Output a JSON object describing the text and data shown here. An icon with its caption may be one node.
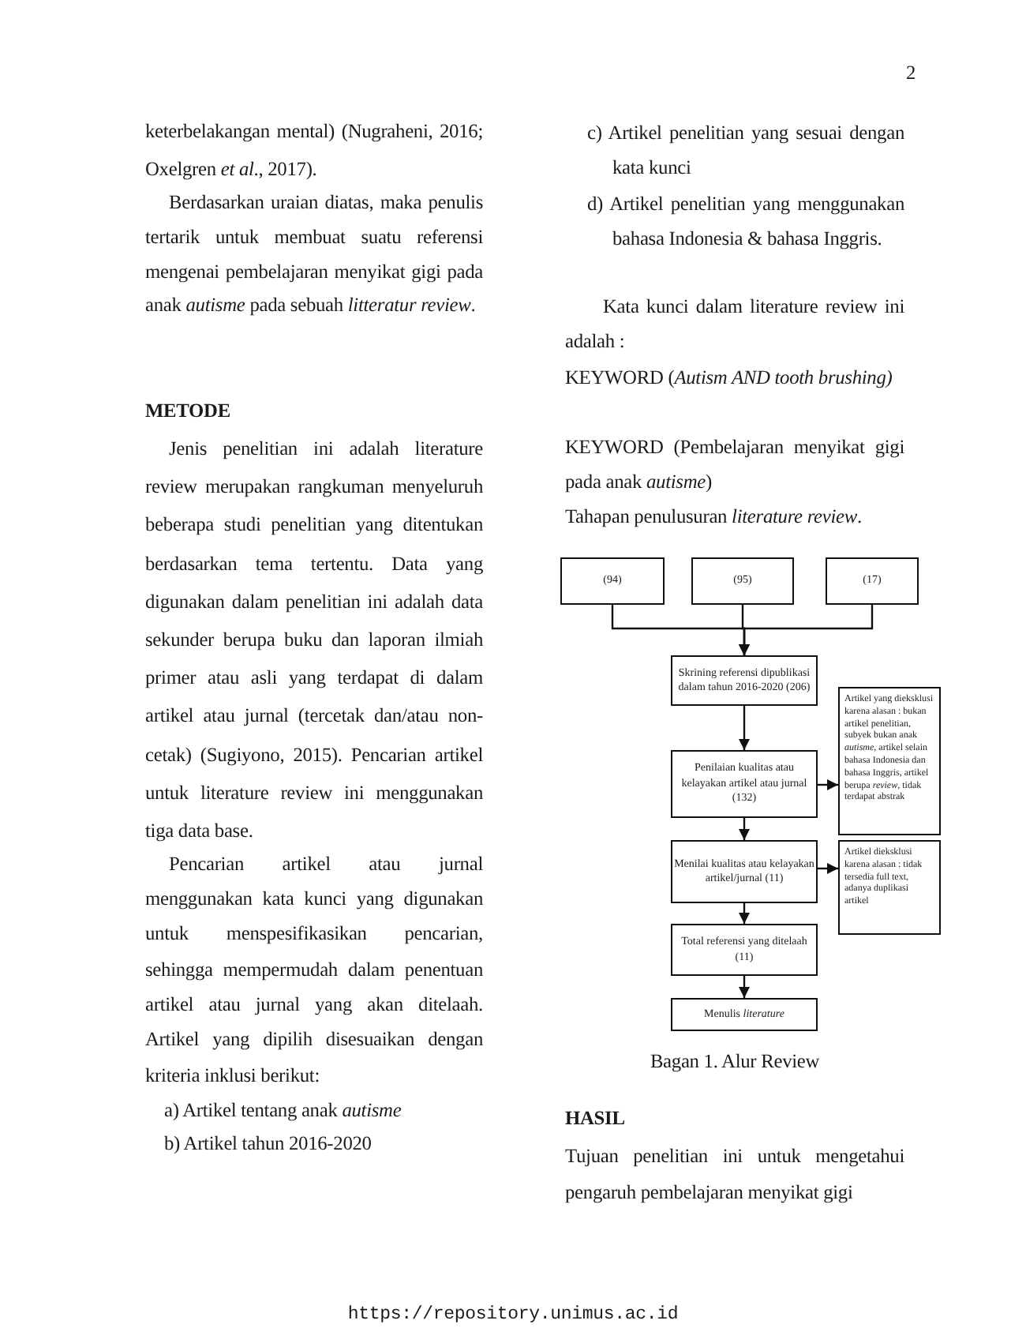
{
  "diagram": {
    "caption": "Bagan 1. Alur Review",
    "nodes": [
      {
        "text": [
          "(94)"
        ]
      },
      {
        "text": [
          "(95)"
        ]
      },
      {
        "text": [
          "(17)"
        ]
      },
      {
        "text": [
          "Skrining referensi dipublikasi dalam tahun 2016-2020 (206)"
        ]
      },
      {
        "text": [
          "Penilaian kualitas atau kelayakan artikel atau jurnal (132)"
        ]
      },
      {
        "text": [
          "Artikel yang dieksklusi karena alasan : bukan artikel penelitian, subyek bukan anak *autisme*, artikel selain bahasa Indonesia dan bahasa Inggris, artikel berupa *review*, tidak terdapat abstrak"
        ]
      },
      {
        "text": [
          "Menilai kualitas atau kelayakan artikel/jurnal (11)"
        ]
      },
      {
        "text": [
          "Artikel dieksklusi karena alasan : tidak tersedia full text, adanya duplikasi artikel"
        ]
      },
      {
        "text": [
          "Total referensi yang ditelaah (11)"
        ]
      },
      {
        "text": [
          "Menulis *literature*"
        ]
      }
    ],
    "edges": [
      {
        "from": 0,
        "to": 3,
        "arrow": "to"
      },
      {
        "from": 1,
        "to": 3,
        "arrow": "to"
      },
      {
        "from": 2,
        "to": 3,
        "arrow": "to"
      },
      {
        "from": 3,
        "to": 4,
        "arrow": "to"
      },
      {
        "from": 4,
        "to": 5,
        "arrow": "to"
      },
      {
        "from": 4,
        "to": 6,
        "arrow": "to"
      },
      {
        "from": 6,
        "to": 7,
        "arrow": "to"
      },
      {
        "from": 6,
        "to": 8,
        "arrow": "to"
      },
      {
        "from": 8,
        "to": 9,
        "arrow": "to"
      }
    ],
    "labels": [
      "2",
      "keterbelakangan mental) (Nugraheni, 2016; Oxelgren *et al*., 2017).",
      "Berdasarkan uraian diatas, maka penulis tertarik untuk membuat suatu referensi mengenai pembelajaran menyikat gigi pada anak *autisme* pada sebuah *litteratur review*.",
      "METODE",
      "Jenis penelitian ini adalah literature review merupakan rangkuman menyeluruh beberapa studi penelitian yang ditentukan berdasarkan tema tertentu. Data yang digunakan dalam penelitian ini adalah data sekunder berupa buku dan laporan ilmiah primer atau asli yang terdapat di dalam artikel atau jurnal (tercetak dan/atau non-cetak) (Sugiyono, 2015). Pencarian artikel untuk literature review ini menggunakan tiga data base.",
      "Pencarian artikel atau jurnal menggunakan kata kunci yang digunakan untuk menspesifikasikan pencarian, sehingga mempermudah dalam penentuan artikel atau jurnal yang akan ditelaah. Artikel yang dipilih disesuaikan dengan kriteria inklusi berikut:",
      "a) Artikel tentang anak *autisme*",
      "b) Artikel tahun 2016-2020",
      "c) Artikel penelitian yang sesuai dengan kata kunci",
      "d) Artikel penelitian yang menggunakan bahasa Indonesia & bahasa Inggris.",
      "Kata kunci dalam literature review ini adalah :",
      "KEYWORD (*Autism AND tooth brushing)*",
      "KEYWORD (Pembelajaran menyikat gigi pada anak *autisme*)",
      "Tahapan penulusuran *literature review*.",
      "HASIL",
      "Tujuan penelitian ini untuk mengetahui pengaruh pembelajaran menyikat gigi",
      "https://repository.unimus.ac.id"
    ]
  }
}
